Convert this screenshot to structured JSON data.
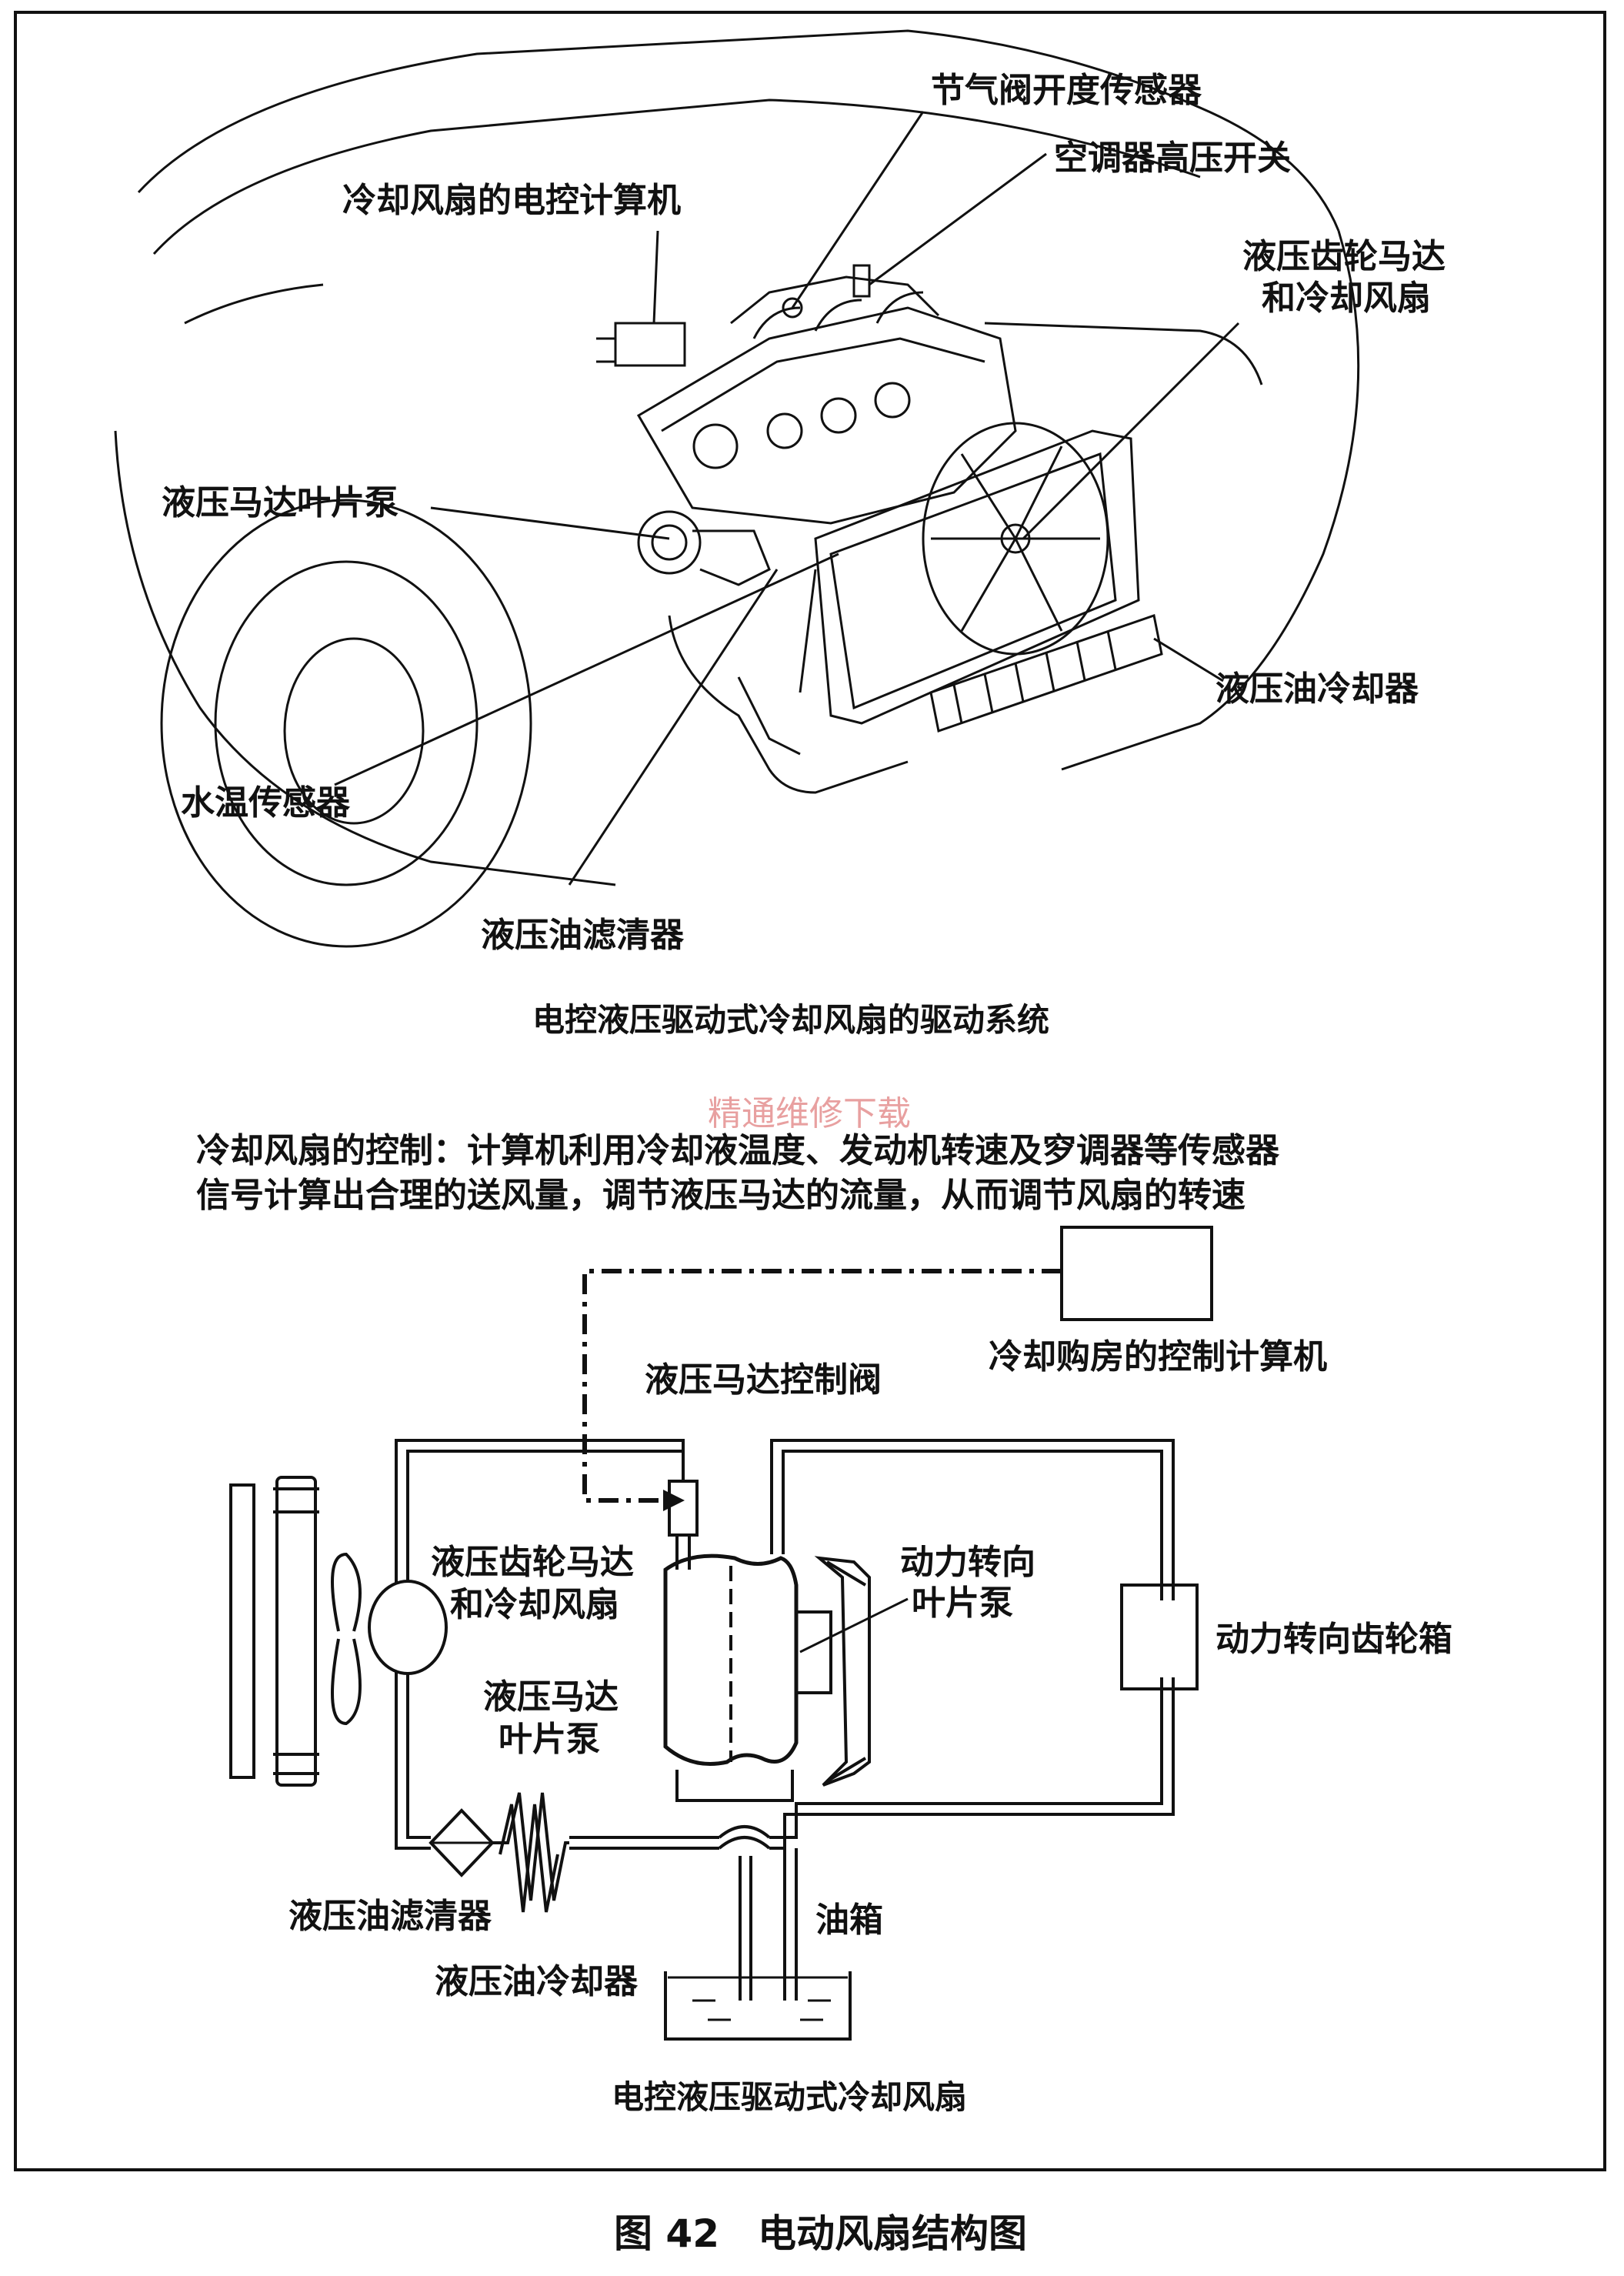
{
  "top_diagram": {
    "labels": {
      "throttle_sensor": "节气阀开度传感器",
      "ac_switch": "空调器高压开关",
      "fan_ecu": "冷却风扇的电控计算机",
      "gear_motor_fan_1": "液压齿轮马达",
      "gear_motor_fan_2": "和冷却风扇",
      "vane_pump": "液压马达叶片泵",
      "oil_cooler": "液压油冷却器",
      "water_temp_sensor": "水温传感器",
      "oil_filter": "液压油滤清器"
    },
    "caption": "电控液压驱动式冷却风扇的驱动系统"
  },
  "watermark": "精通维修下载",
  "description": {
    "line1": "冷却风扇的控制：计算机利用冷却液温度、发动机转速及穸调器等传感器",
    "line2": "信号计算出合理的送风量，调节液压马达的流量，从而调节风扇的转速"
  },
  "bottom_diagram": {
    "labels": {
      "control_ecu": "冷却购房的控制计算机",
      "control_valve": "液压马达控制阀",
      "gear_motor_fan_1": "液压齿轮马达",
      "gear_motor_fan_2": "和冷却风扇",
      "power_steering_pump_1": "动力转向",
      "power_steering_pump_2": "叶片泵",
      "steering_gearbox": "动力转向齿轮箱",
      "vane_pump_1": "液压马达",
      "vane_pump_2": "叶片泵",
      "oil_filter": "液压油滤清器",
      "oil_tank": "油箱",
      "oil_cooler": "液压油冷却器"
    },
    "caption": "电控液压驱动式冷却风扇"
  },
  "figure_title": "图 42　电动风扇结构图"
}
